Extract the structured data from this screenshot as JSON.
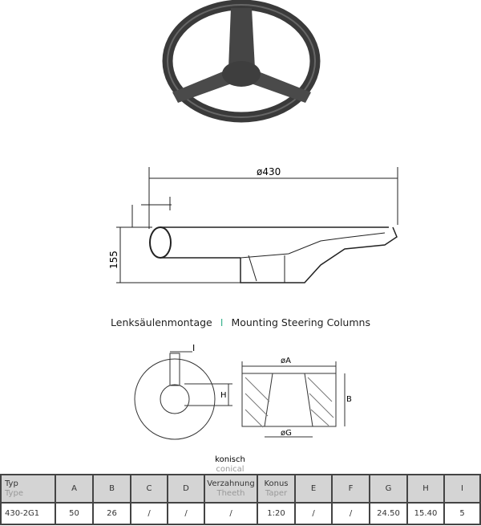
{
  "drawing": {
    "dimension_diameter": "ø430",
    "dimension_height": "155",
    "dim_A": "øA",
    "dim_G": "øG",
    "dim_B": "B",
    "dim_H": "H",
    "dim_I": "I"
  },
  "caption": {
    "de": "Lenksäulenmontage",
    "separator": "I",
    "en": "Mounting Steering Columns"
  },
  "above_table": {
    "de": "konisch",
    "en": "conical"
  },
  "table": {
    "headers": [
      {
        "de": "Typ",
        "en": "Type"
      },
      {
        "de": "A"
      },
      {
        "de": "B"
      },
      {
        "de": "C"
      },
      {
        "de": "D"
      },
      {
        "de": "Verzahnung",
        "en": "Theeth"
      },
      {
        "de": "Konus",
        "en": "Taper"
      },
      {
        "de": "E"
      },
      {
        "de": "F"
      },
      {
        "de": "G"
      },
      {
        "de": "H"
      },
      {
        "de": "I"
      }
    ],
    "rows": [
      [
        "430-2G1",
        "50",
        "26",
        "/",
        "/",
        "/",
        "1:20",
        "/",
        "/",
        "24.50",
        "15.40",
        "5"
      ]
    ]
  }
}
